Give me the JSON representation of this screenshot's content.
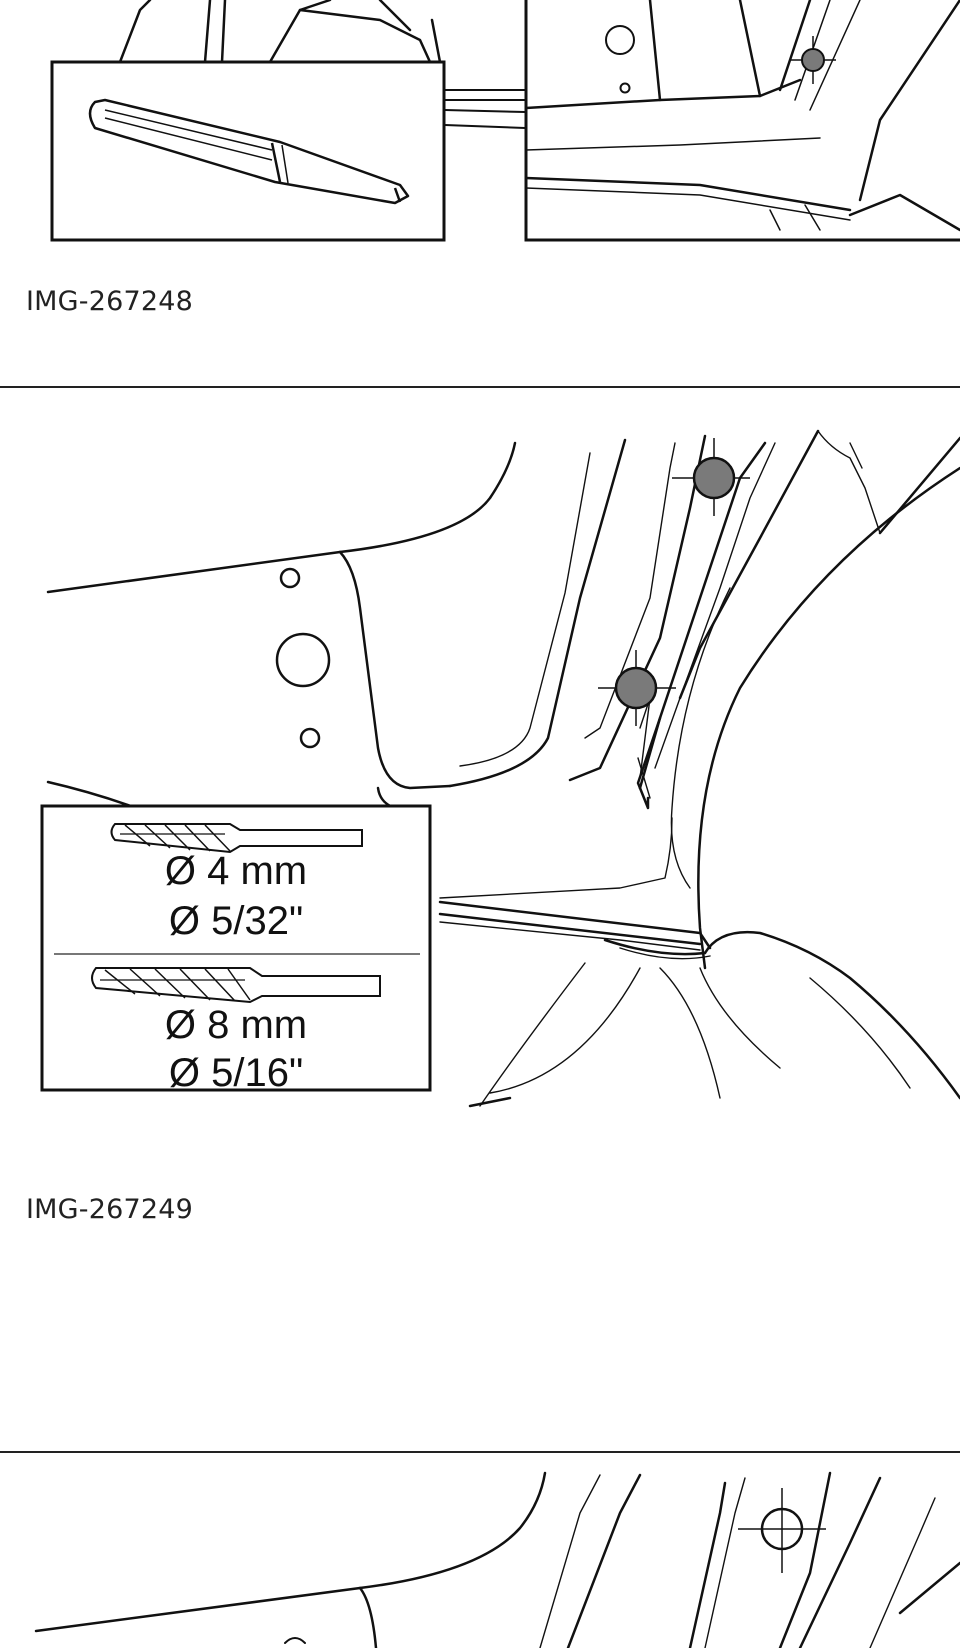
{
  "figures": [
    {
      "caption": "IMG-267248"
    },
    {
      "caption": "IMG-267249",
      "drill_inset": {
        "small_metric": "Ø 4 mm",
        "small_imperial": "Ø 5/32\"",
        "large_metric": "Ø 8 mm",
        "large_imperial": "Ø 5/16\""
      }
    }
  ],
  "colors": {
    "line": "#111111",
    "fastener_fill": "#7a7a7a",
    "divider": "#222222"
  },
  "icons": [
    "punch-tool-icon",
    "drill-bit-icon",
    "spot-weld-marker-icon",
    "crosshair-target-icon"
  ]
}
